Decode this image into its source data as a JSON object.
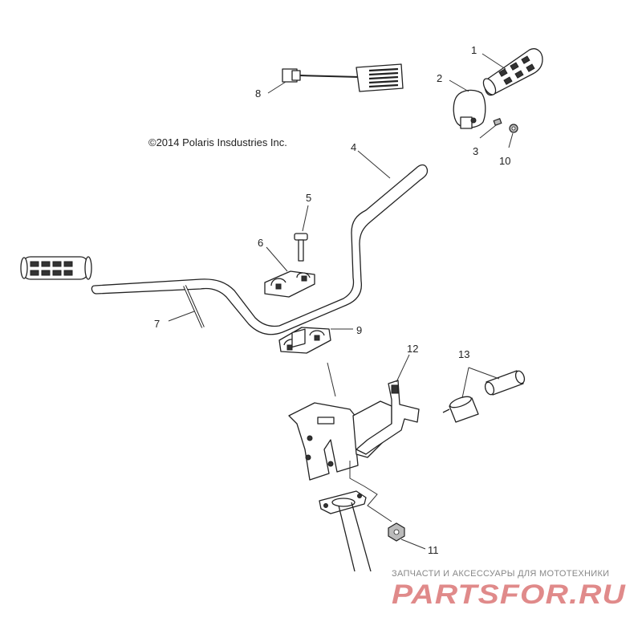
{
  "copyright": "©2014 Polaris Insdustries Inc.",
  "callouts": [
    "1",
    "2",
    "3",
    "4",
    "5",
    "6",
    "7",
    "8",
    "9",
    "10",
    "11",
    "12",
    "13"
  ],
  "watermark": {
    "tagline": "ЗАПЧАСТИ И АКСЕССУАРЫ ДЛЯ МОТОТЕХНИКИ",
    "brand": "PARTSFOR.RU",
    "color": "#e08a8a"
  }
}
